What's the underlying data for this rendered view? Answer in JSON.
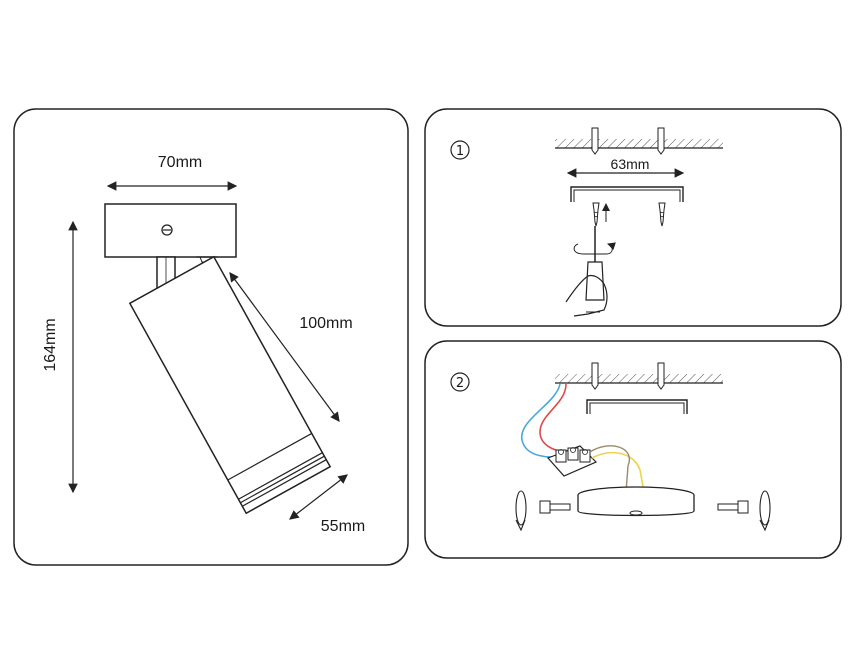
{
  "dimensions": {
    "width": "70mm",
    "height": "164mm",
    "length": "100mm",
    "diameter": "55mm"
  },
  "step1": {
    "number": "1",
    "spacing": "63mm"
  },
  "step2": {
    "number": "2"
  },
  "colors": {
    "outline": "#222222",
    "wire_blue": "#4aa8dc",
    "wire_red": "#e04a4a",
    "wire_yellow": "#f1d24a",
    "wire_brown": "#9a8a6a"
  },
  "icons": [
    "screw-icon",
    "screwdriver-icon",
    "hand-icon",
    "rotate-arrow-icon",
    "terminal-block-icon",
    "bolt-icon"
  ]
}
